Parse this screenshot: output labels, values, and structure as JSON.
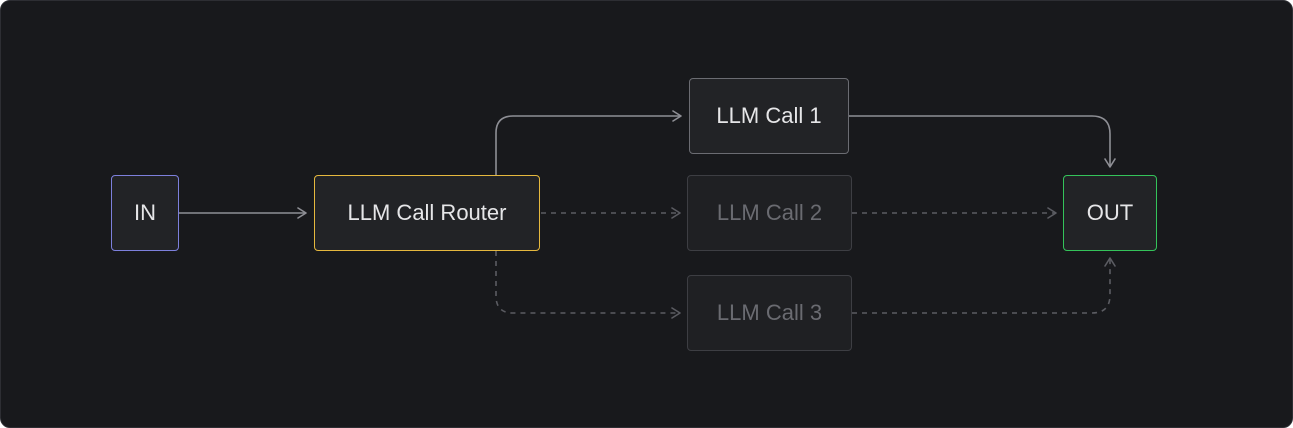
{
  "diagram": {
    "nodes": {
      "input": "IN",
      "router": "LLM Call Router",
      "call1": "LLM Call 1",
      "call2": "LLM Call 2",
      "call3": "LLM Call 3",
      "output": "OUT"
    },
    "edges": [
      {
        "from": "IN",
        "to": "LLM Call Router",
        "style": "solid"
      },
      {
        "from": "LLM Call Router",
        "to": "LLM Call 1",
        "style": "solid"
      },
      {
        "from": "LLM Call Router",
        "to": "LLM Call 2",
        "style": "dashed"
      },
      {
        "from": "LLM Call Router",
        "to": "LLM Call 3",
        "style": "dashed"
      },
      {
        "from": "LLM Call 1",
        "to": "OUT",
        "style": "solid"
      },
      {
        "from": "LLM Call 2",
        "to": "OUT",
        "style": "dashed"
      },
      {
        "from": "LLM Call 3",
        "to": "OUT",
        "style": "dashed"
      }
    ],
    "colors": {
      "background": "#18191c",
      "input_border": "#7d80dc",
      "router_border": "#e5b83e",
      "active_call_border": "#6b6c72",
      "inactive_call_border": "#3d3e43",
      "output_border": "#34c35a",
      "active_edge": "#8e8f95",
      "inactive_edge": "#5b5c62"
    }
  }
}
